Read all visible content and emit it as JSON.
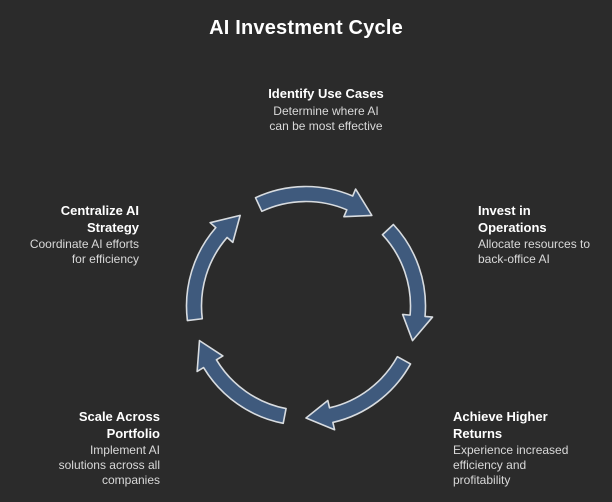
{
  "title": "AI Investment Cycle",
  "colors": {
    "background": "#2b2b2b",
    "arrow_fill": "#3f5a7d",
    "arrow_outline": "#d8dce0",
    "heading_text": "#ffffff",
    "description_text": "#d9d9d9"
  },
  "diagram": {
    "type": "cycle",
    "direction": "clockwise",
    "step_count": 5,
    "steps": [
      {
        "id": "identify-use-cases",
        "order": 1,
        "position": "top",
        "heading": "Identify Use Cases",
        "description": "Determine where AI\ncan be most effective"
      },
      {
        "id": "invest-in-operations",
        "order": 2,
        "position": "right",
        "heading": "Invest in\nOperations",
        "description": "Allocate resources to\nback-office AI"
      },
      {
        "id": "achieve-higher-returns",
        "order": 3,
        "position": "bottom-right",
        "heading": "Achieve Higher\nReturns",
        "description": "Experience increased\nefficiency and\nprofitability"
      },
      {
        "id": "scale-across-portfolio",
        "order": 4,
        "position": "bottom-left",
        "heading": "Scale Across\nPortfolio",
        "description": "Implement AI\nsolutions across all\ncompanies"
      },
      {
        "id": "centralize-ai-strategy",
        "order": 5,
        "position": "left",
        "heading": "Centralize AI\nStrategy",
        "description": "Coordinate AI efforts\nfor efficiency"
      }
    ]
  }
}
